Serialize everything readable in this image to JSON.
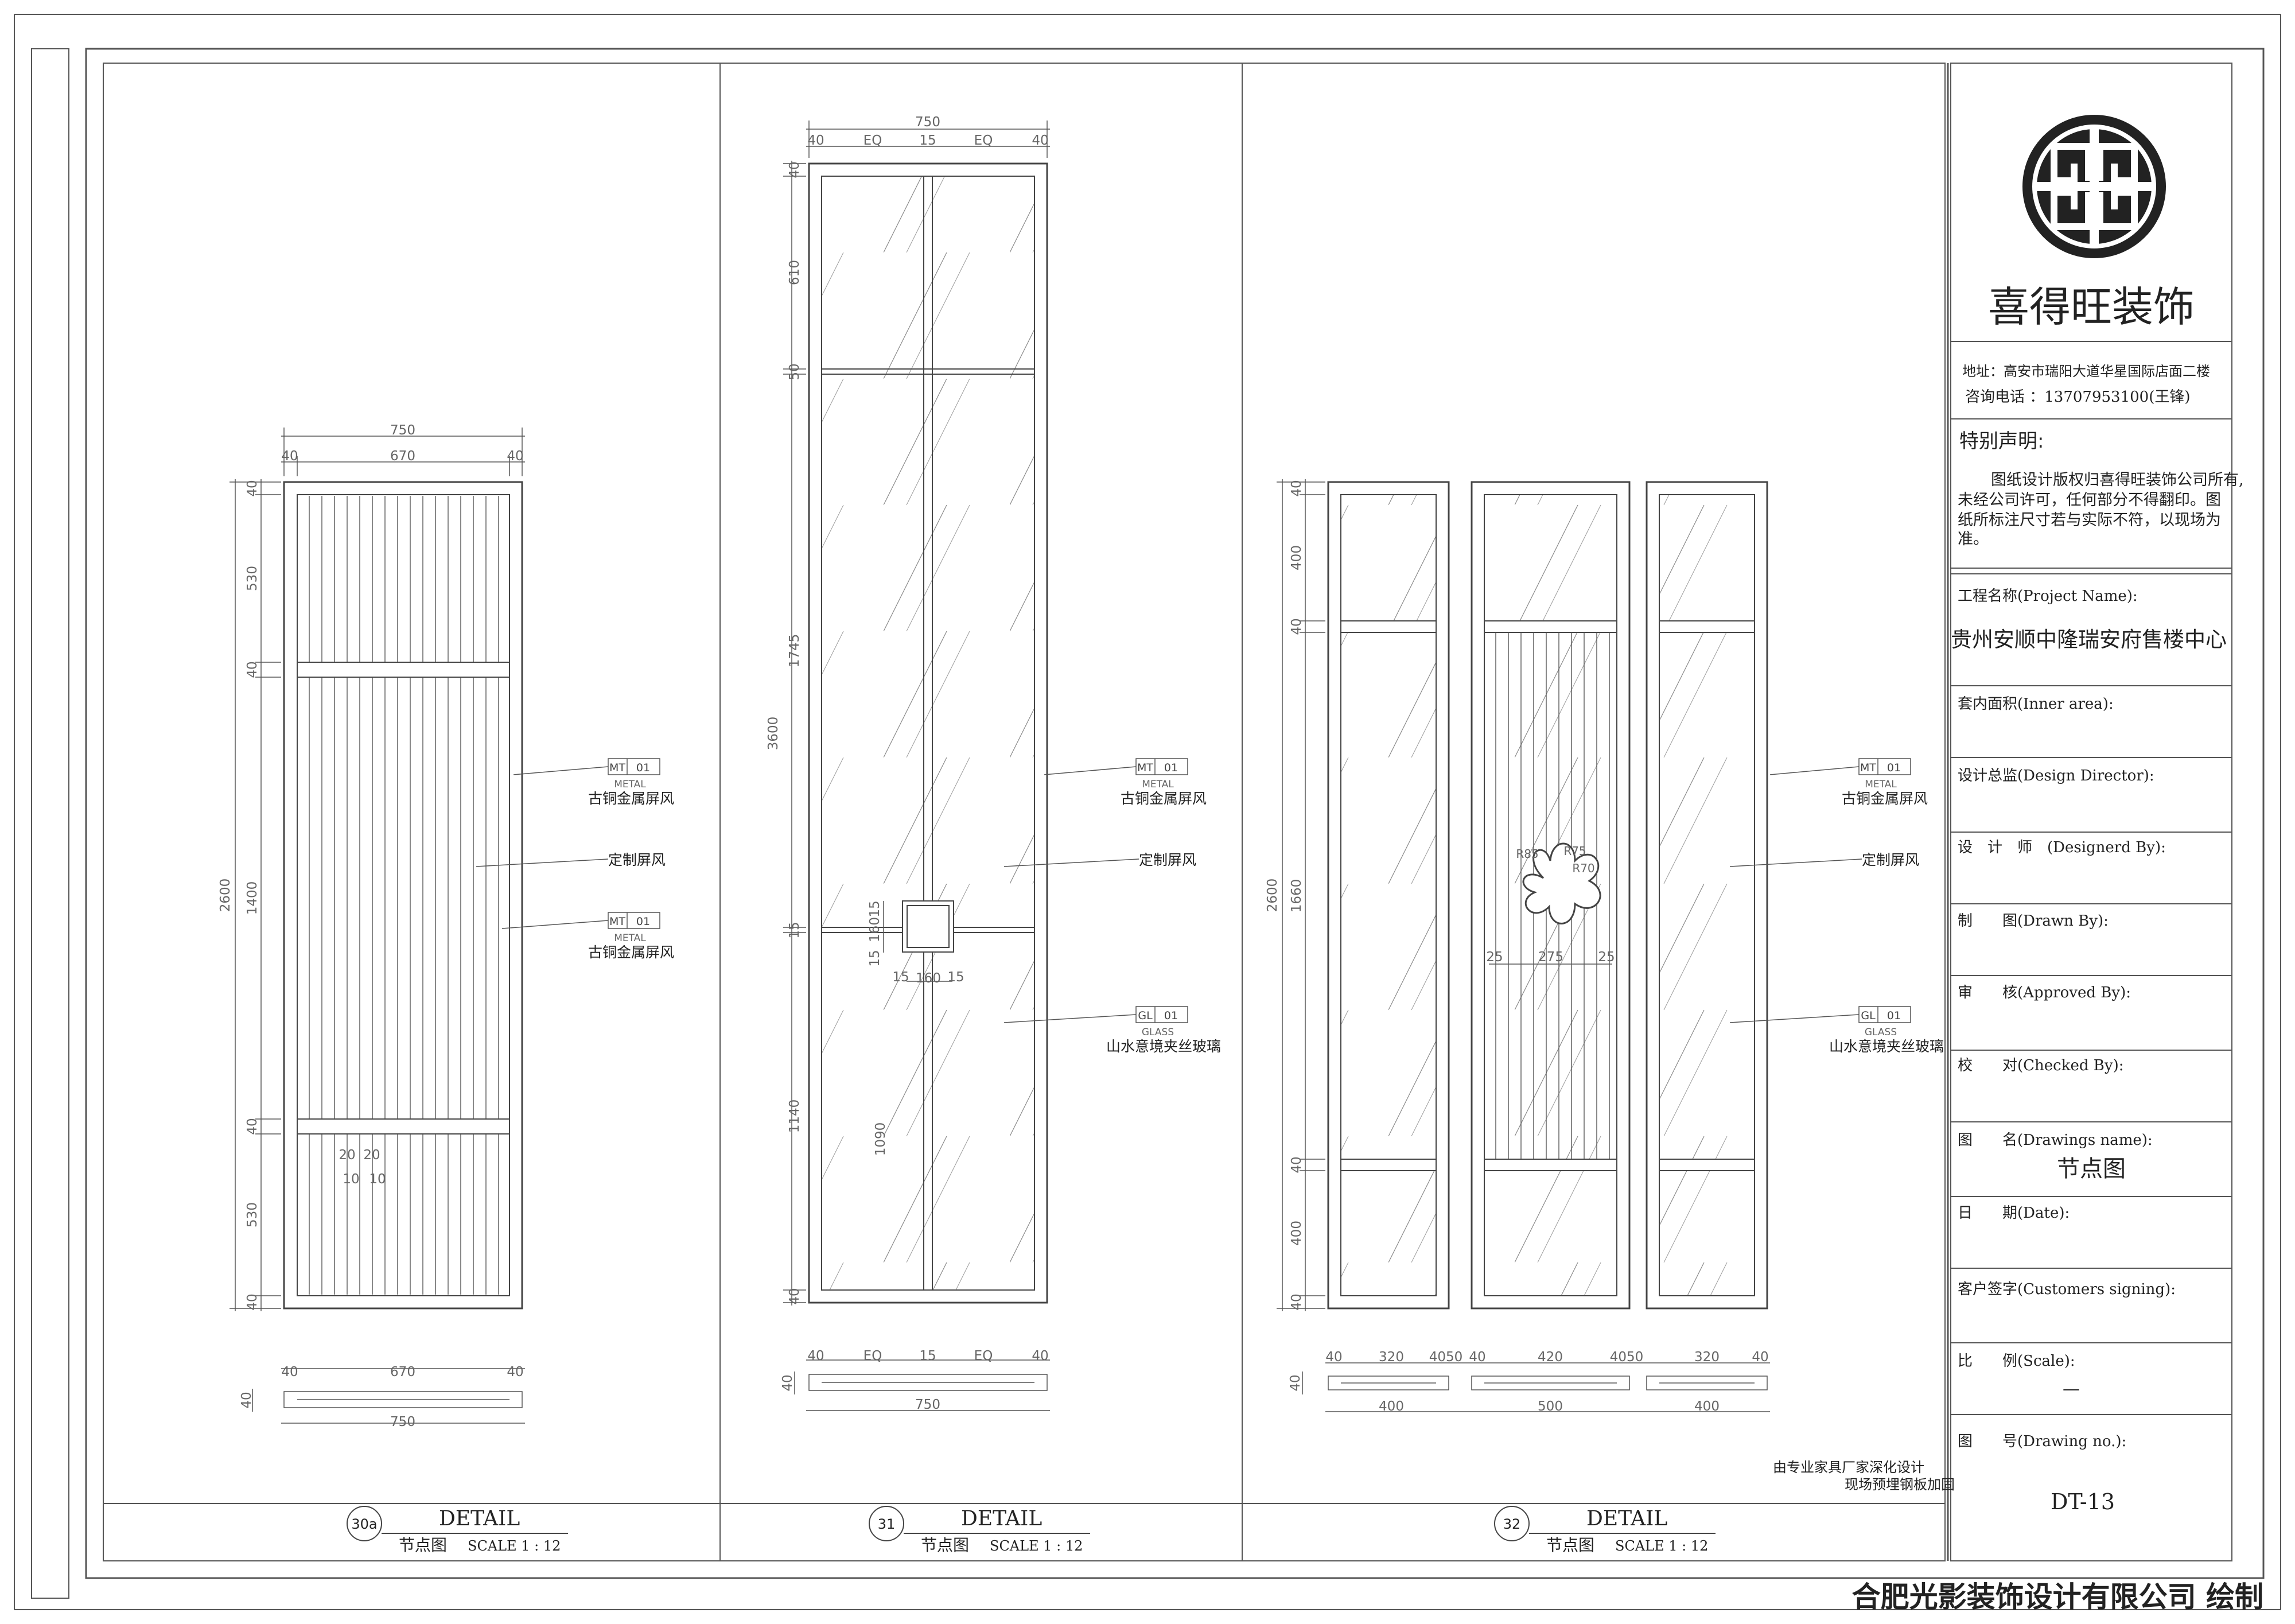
{
  "company": {
    "name": "喜得旺装饰",
    "address": "地址：高安市瑞阳大道华星国际店面二楼",
    "phone": "咨询电话 ：13707953100(王锋)"
  },
  "notice": {
    "title": "特别声明:",
    "lines": [
      "图纸设计版权归喜得旺装饰公司所有,",
      "未经公司许可，任何部分不得翻印。图",
      "纸所标注尺寸若与实际不符，以现场为",
      "准。"
    ]
  },
  "fields": {
    "project_label": "工程名称(Project Name):",
    "project_value": "贵州安顺中隆瑞安府售楼中心",
    "area_label": "套内面积(Inner area):",
    "director_label": "设计总监(Design Director):",
    "designer_label": "设　计　师　(Designerd By):",
    "drawn_label": "制　　图(Drawn By):",
    "approved_label": "审　　核(Approved By):",
    "checked_label": "校　　对(Checked By):",
    "drawing_name_label": "图　　名(Drawings name):",
    "drawing_name_value": "节点图",
    "date_label": "日　　期(Date):",
    "customer_label": "客户签字(Customers signing):",
    "scale_label": "比　　例(Scale):",
    "scale_value": "—",
    "drawing_no_label": "图　　号(Drawing no.):",
    "drawing_no_value": "DT-13"
  },
  "footer": "合肥光影装饰设计有限公司 绘制",
  "note": [
    "由专业家具厂家深化设计",
    "现场预埋钢板加固"
  ],
  "details": [
    {
      "num": "30a",
      "title": "DETAIL",
      "sub": "节点图",
      "scale": "SCALE 1 : 12"
    },
    {
      "num": "31",
      "title": "DETAIL",
      "sub": "节点图",
      "scale": "SCALE 1 : 12"
    },
    {
      "num": "32",
      "title": "DETAIL",
      "sub": "节点图",
      "scale": "SCALE 1 : 12"
    }
  ],
  "tags": {
    "mt_code": "MT",
    "mt_num": "01",
    "mt_mat": "METAL",
    "gl_code": "GL",
    "gl_num": "01",
    "gl_mat": "GLASS"
  },
  "labels": {
    "copper": "古铜金属屏风",
    "custom": "定制屏风",
    "glass": "山水意境夹丝玻璃"
  },
  "dims": {
    "p1": {
      "w": "750",
      "inner": "670",
      "side": "40",
      "h": "2600",
      "h530": "530",
      "h1400": "1400",
      "s40": "40",
      "s10": "10",
      "s20": "20"
    },
    "p2": {
      "w": "750",
      "eq": "EQ",
      "s40": "40",
      "s15": "15",
      "h": "3600",
      "h610": "610",
      "h1745": "1745",
      "h1140": "1140",
      "h1090": "1090",
      "h160": "160",
      "s50": "50"
    },
    "p3": {
      "h": "2600",
      "h400": "400",
      "h1660": "1660",
      "s40": "40",
      "w320": "320",
      "w420": "420",
      "w400": "400",
      "w500": "500",
      "s4050": "4050",
      "s40b": "40",
      "s25": "25",
      "w275": "275",
      "r1": "R85",
      "r2": "R75",
      "r3": "R70"
    }
  }
}
